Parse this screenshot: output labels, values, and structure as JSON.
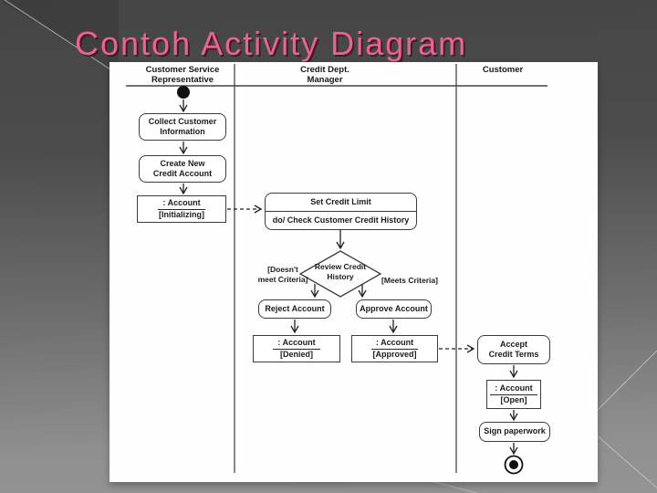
{
  "slide": {
    "title": "Contoh Activity Diagram"
  },
  "colors": {
    "title_pink": "#ee6190",
    "title_shadow": "#3c162a",
    "slide_bg_top": "#454545",
    "slide_bg_bottom": "#949494",
    "panel_bg": "#fefefe",
    "diagram_ink": "#1c1c1c"
  },
  "diagram": {
    "lanes": [
      {
        "line1": "Customer Service",
        "line2": "Representative"
      },
      {
        "line1": "Credit Dept.",
        "line2": "Manager"
      },
      {
        "line1": "",
        "line2": "Customer"
      }
    ],
    "nodes": {
      "collect": {
        "line1": "Collect Customer",
        "line2": "Information"
      },
      "create": {
        "line1": "Create New",
        "line2": "Credit Account"
      },
      "account_initializing": {
        "name": ": Account",
        "state": "[Initializing]"
      },
      "set_credit_limit": {
        "title": "Set Credit Limit",
        "do_activity": "do/ Check Customer Credit History"
      },
      "decision": {
        "line1": "Review Credit",
        "line2": "History"
      },
      "guard_no": {
        "line1": "[Doesn't",
        "line2": "meet Criteria]"
      },
      "guard_yes": "[Meets Criteria]",
      "reject": "Reject Account",
      "approve": "Approve Account",
      "account_denied": {
        "name": ": Account",
        "state": "[Denied]"
      },
      "account_approved": {
        "name": ": Account",
        "state": "[Approved]"
      },
      "accept_terms": {
        "line1": "Accept",
        "line2": "Credit Terms"
      },
      "account_open": {
        "name": ": Account",
        "state": "[Open]"
      },
      "sign_paperwork": "Sign paperwork"
    }
  }
}
